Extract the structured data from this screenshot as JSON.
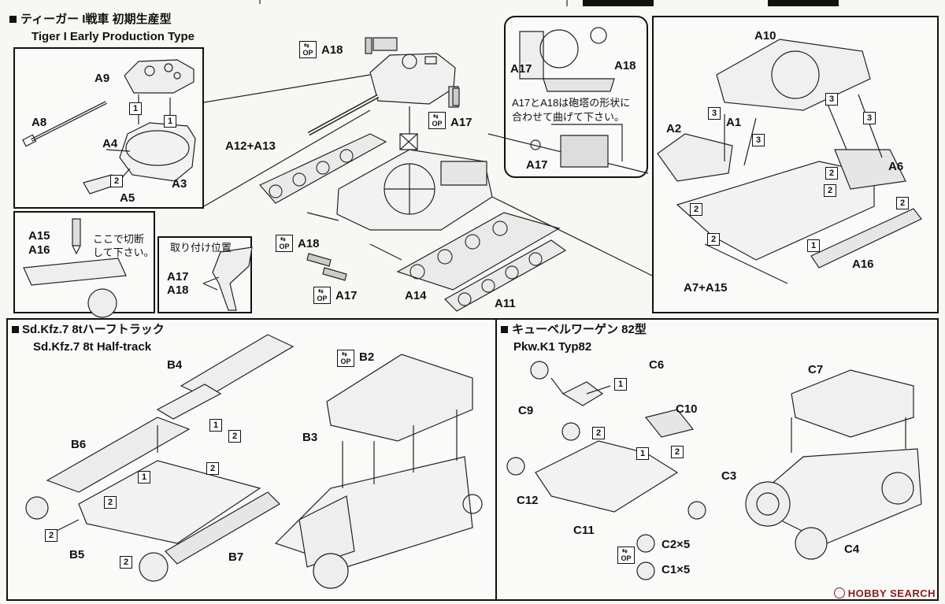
{
  "tiger": {
    "title_ja": "ティーガー I戦車 初期生産型",
    "title_en": "Tiger I Early Production Type",
    "parts": {
      "a1": "A1",
      "a2": "A2",
      "a3": "A3",
      "a4": "A4",
      "a5": "A5",
      "a6": "A6",
      "a7_a15": "A7+A15",
      "a8": "A8",
      "a9": "A9",
      "a10": "A10",
      "a11": "A11",
      "a12_a13": "A12+A13",
      "a14": "A14",
      "a15": "A15",
      "a16": "A16",
      "a17": "A17",
      "a18": "A18"
    },
    "notes": {
      "cut_here": [
        "ここで切断",
        "して下さい。"
      ],
      "mount_position": "取り付け位置",
      "bend_instruction": [
        "A17とA18は砲塔の形状に",
        "合わせて曲げて下さい。"
      ]
    }
  },
  "halftrack": {
    "title_ja": "Sd.Kfz.7 8tハーフトラック",
    "title_en": "Sd.Kfz.7 8t Half-track",
    "parts": {
      "b2": "B2",
      "b3": "B3",
      "b4": "B4",
      "b5": "B5",
      "b6": "B6",
      "b7": "B7"
    }
  },
  "kubel": {
    "title_ja": "キューベルワーゲン 82型",
    "title_en": "Pkw.K1 Typ82",
    "parts": {
      "c1": "C1×5",
      "c2": "C2×5",
      "c3": "C3",
      "c4": "C4",
      "c6": "C6",
      "c7": "C7",
      "c9": "C9",
      "c10": "C10",
      "c11": "C11",
      "c12": "C12"
    }
  },
  "op_label": "OP",
  "watermark": "HOBBY SEARCH"
}
